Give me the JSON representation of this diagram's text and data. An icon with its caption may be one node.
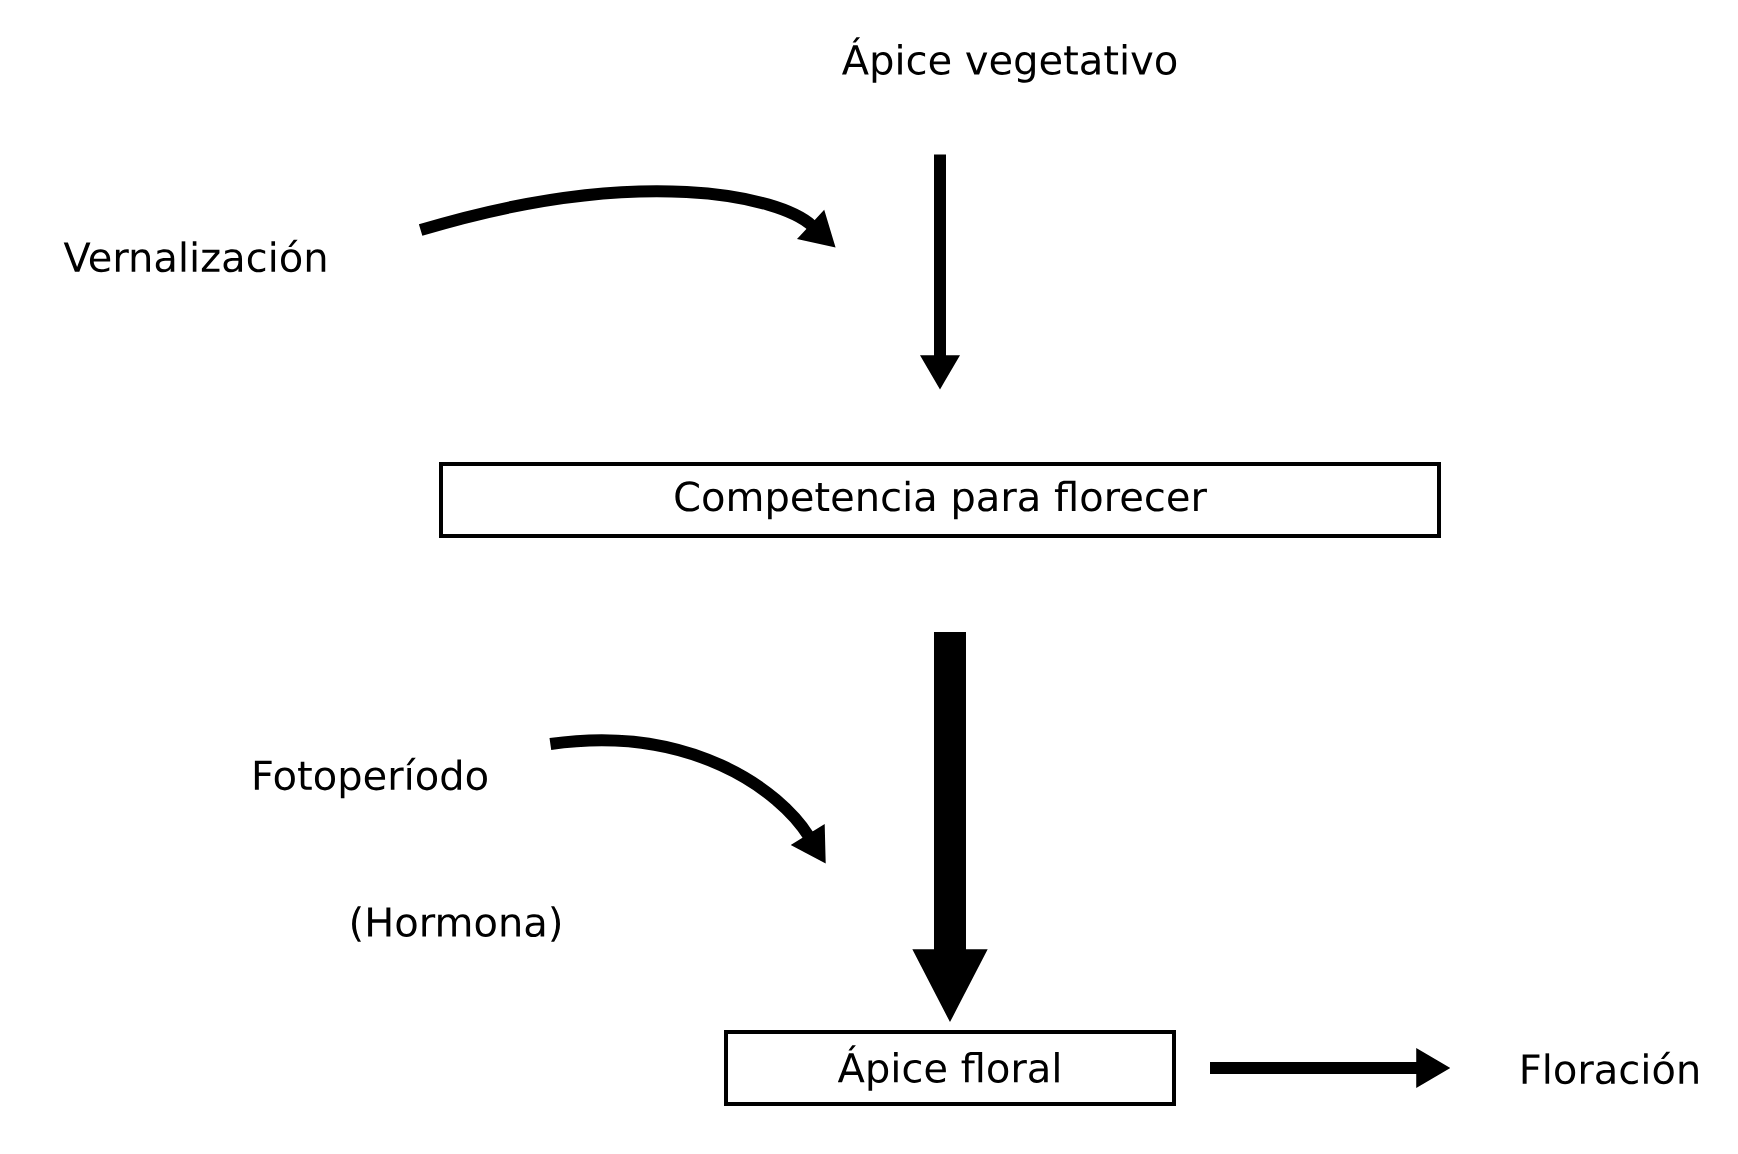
{
  "diagram": {
    "nodes": [
      {
        "text": [
          "Ápice vegetativo"
        ]
      },
      {
        "text": [
          "Vernalización"
        ]
      },
      {
        "text": [
          "Competencia para florecer"
        ]
      },
      {
        "text": [
          "Fotoperíodo"
        ]
      },
      {
        "text": [
          "Ápice floral"
        ]
      },
      {
        "text": [
          "Floración"
        ]
      }
    ],
    "edges": [
      {
        "from": 0,
        "to": 2,
        "arrow": "to"
      },
      {
        "from": 1,
        "to": null,
        "arrow": "to"
      },
      {
        "from": 2,
        "to": 4,
        "arrow": "to",
        "style": "thick"
      },
      {
        "from": 3,
        "to": null,
        "arrow": "to"
      },
      {
        "from": 4,
        "to": 5,
        "arrow": "to"
      }
    ],
    "labels": [
      "(Hormona)"
    ]
  }
}
